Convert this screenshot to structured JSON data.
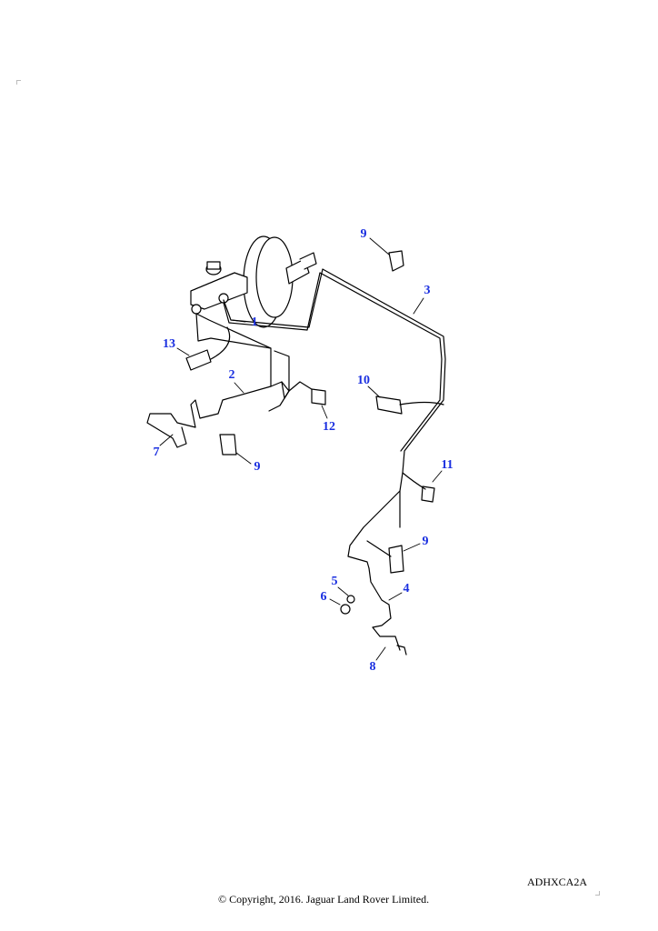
{
  "diagram": {
    "callouts": [
      {
        "label": "1"
      },
      {
        "label": "2"
      },
      {
        "label": "3"
      },
      {
        "label": "4"
      },
      {
        "label": "5"
      },
      {
        "label": "6"
      },
      {
        "label": "7"
      },
      {
        "label": "8"
      },
      {
        "label": "9"
      },
      {
        "label": "9"
      },
      {
        "label": "9"
      },
      {
        "label": "10"
      },
      {
        "label": "11"
      },
      {
        "label": "12"
      },
      {
        "label": "13"
      }
    ],
    "line_color": "#000000",
    "callout_color": "#1a2fe0"
  },
  "footer": {
    "illustration_code": "ADHXCA2A",
    "copyright": "© Copyright, 2016. Jaguar Land Rover Limited."
  }
}
